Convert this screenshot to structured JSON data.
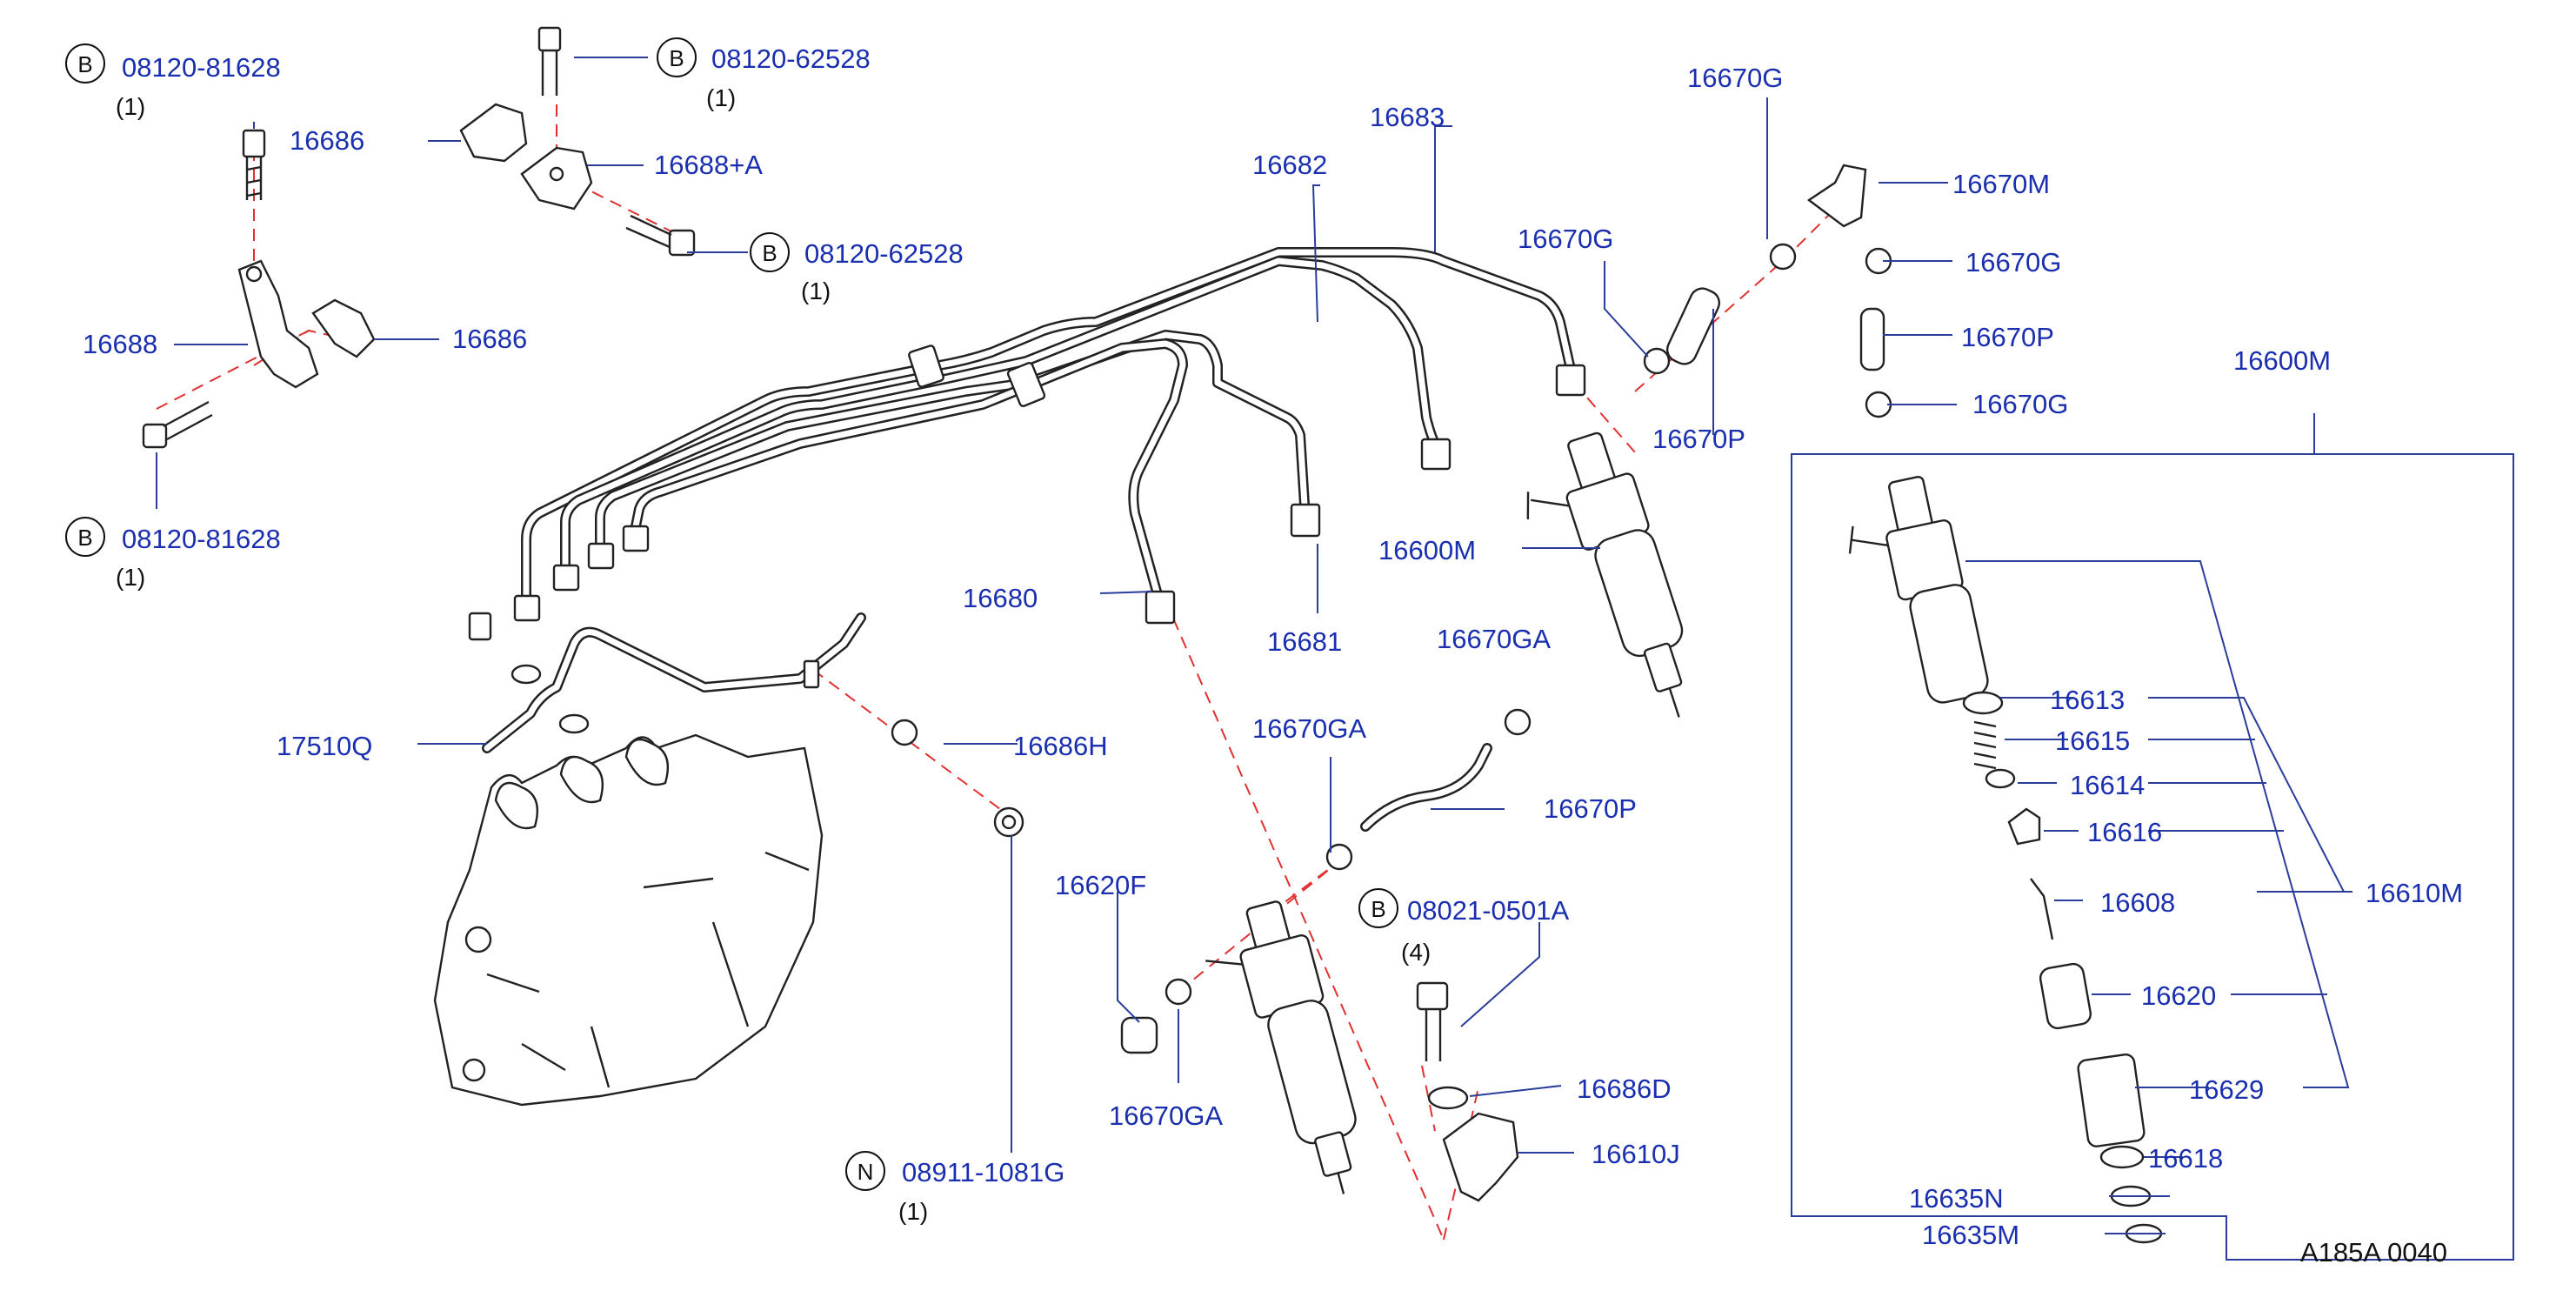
{
  "labels": {
    "bolt_81628_top": "08120-81628",
    "bolt_81628_bot": "08120-81628",
    "bolt_62528_top": "08120-62528",
    "bolt_62528_mid": "08120-62528",
    "bolt_0501a": "08021-0501A",
    "nut_1081g": "08911-1081G",
    "p16686_a": "16686",
    "p16686_b": "16686",
    "p16688a": "16688+A",
    "p16688": "16688",
    "p16683": "16683",
    "p16682": "16682",
    "p16670g_a": "16670G",
    "p16670g_b": "16670G",
    "p16670g_c": "16670G",
    "p16670g_d": "16670G",
    "p16670m": "16670M",
    "p16670p_a": "16670P",
    "p16670p_b": "16670P",
    "p16670p_c": "16670P",
    "p16600m_a": "16600M",
    "p16600m_b": "16600M",
    "p16680": "16680",
    "p16681": "16681",
    "p16670ga_a": "16670GA",
    "p16670ga_b": "16670GA",
    "p16670ga_c": "16670GA",
    "p17510q": "17510Q",
    "p16686h": "16686H",
    "p16620f": "16620F",
    "p16686d": "16686D",
    "p16610j": "16610J",
    "p16613": "16613",
    "p16615": "16615",
    "p16614": "16614",
    "p16616": "16616",
    "p16608": "16608",
    "p16620": "16620",
    "p16629": "16629",
    "p16618": "16618",
    "p16635n": "16635N",
    "p16635m": "16635M",
    "p16610m": "16610M"
  },
  "quantities": {
    "q_81628_top": "(1)",
    "q_81628_bot": "(1)",
    "q_62528_top": "(1)",
    "q_62528_mid": "(1)",
    "q_0501a": "(4)",
    "q_1081g": "(1)"
  },
  "badges": {
    "b1": "B",
    "b2": "B",
    "b3": "B",
    "b4": "B",
    "b5": "B",
    "n1": "N"
  },
  "diagram_code": "A185A   0040",
  "colors": {
    "label_blue": "#1a2fb0",
    "leader_blue": "#2a3d9a",
    "dash_red": "#e03030",
    "ink": "#222222"
  }
}
